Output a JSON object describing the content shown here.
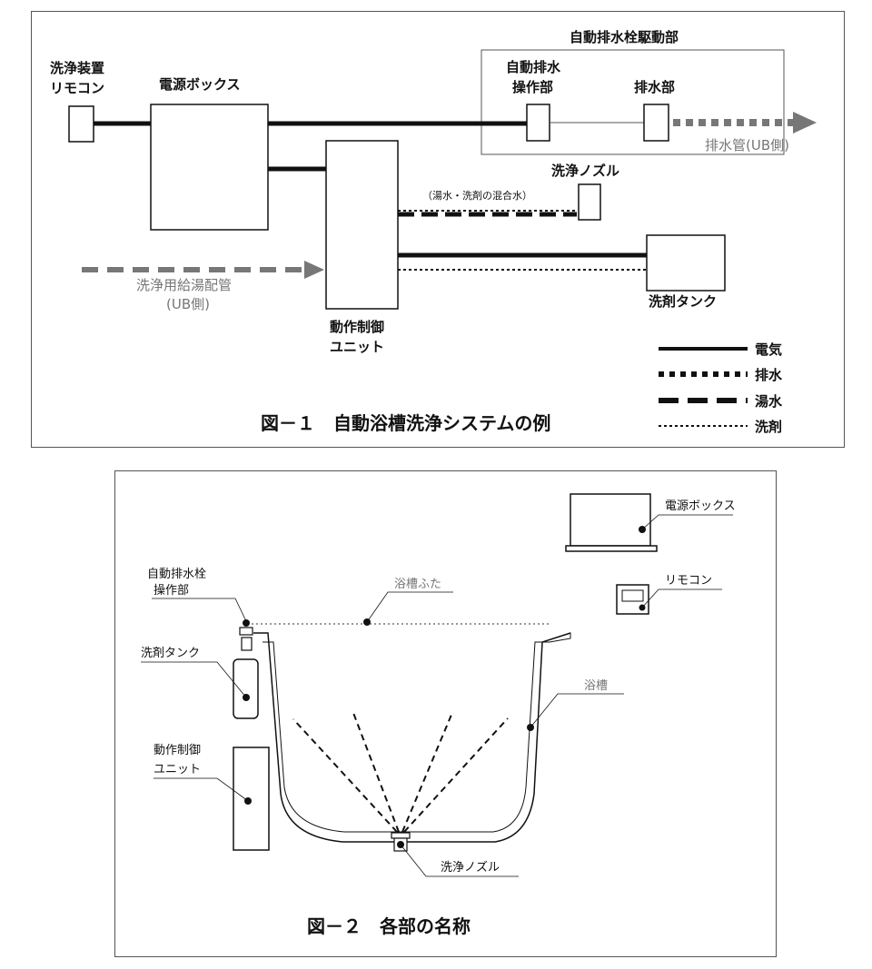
{
  "figure1": {
    "caption": "図－１　自動浴槽洗浄システムの例",
    "labels": {
      "remote_line1": "洗浄装置",
      "remote_line2": "リモコン",
      "power_box": "電源ボックス",
      "drain_drive_group": "自動排水栓駆動部",
      "drain_operator_line1": "自動排水",
      "drain_operator_line2": "操作部",
      "drain_part": "排水部",
      "drain_pipe": "排水管(UB側)",
      "nozzle": "洗浄ノズル",
      "mix_water": "（湯水・洗剤の混合水）",
      "supply_pipe_line1": "洗浄用給湯配管",
      "supply_pipe_line2": "(UB側)",
      "control_unit_line1": "動作制御",
      "control_unit_line2": "ユニット",
      "detergent_tank": "洗剤タンク"
    },
    "legend": [
      {
        "style": "solid",
        "label": "電気"
      },
      {
        "style": "square-dot",
        "label": "排水"
      },
      {
        "style": "dash",
        "label": "湯水"
      },
      {
        "style": "fine-dot",
        "label": "洗剤"
      }
    ]
  },
  "figure2": {
    "caption": "図－２　各部の名称",
    "labels": {
      "power_box": "電源ボックス",
      "remote": "リモコン",
      "drain_operator_line1": "自動排水栓",
      "drain_operator_line2": "操作部",
      "tub_lid": "浴槽ふた",
      "detergent_tank": "洗剤タンク",
      "tub": "浴槽",
      "control_unit_line1": "動作制御",
      "control_unit_line2": "ユニット",
      "nozzle": "洗浄ノズル"
    }
  },
  "colors": {
    "line": "#111111",
    "pipe_gray": "#777777"
  }
}
